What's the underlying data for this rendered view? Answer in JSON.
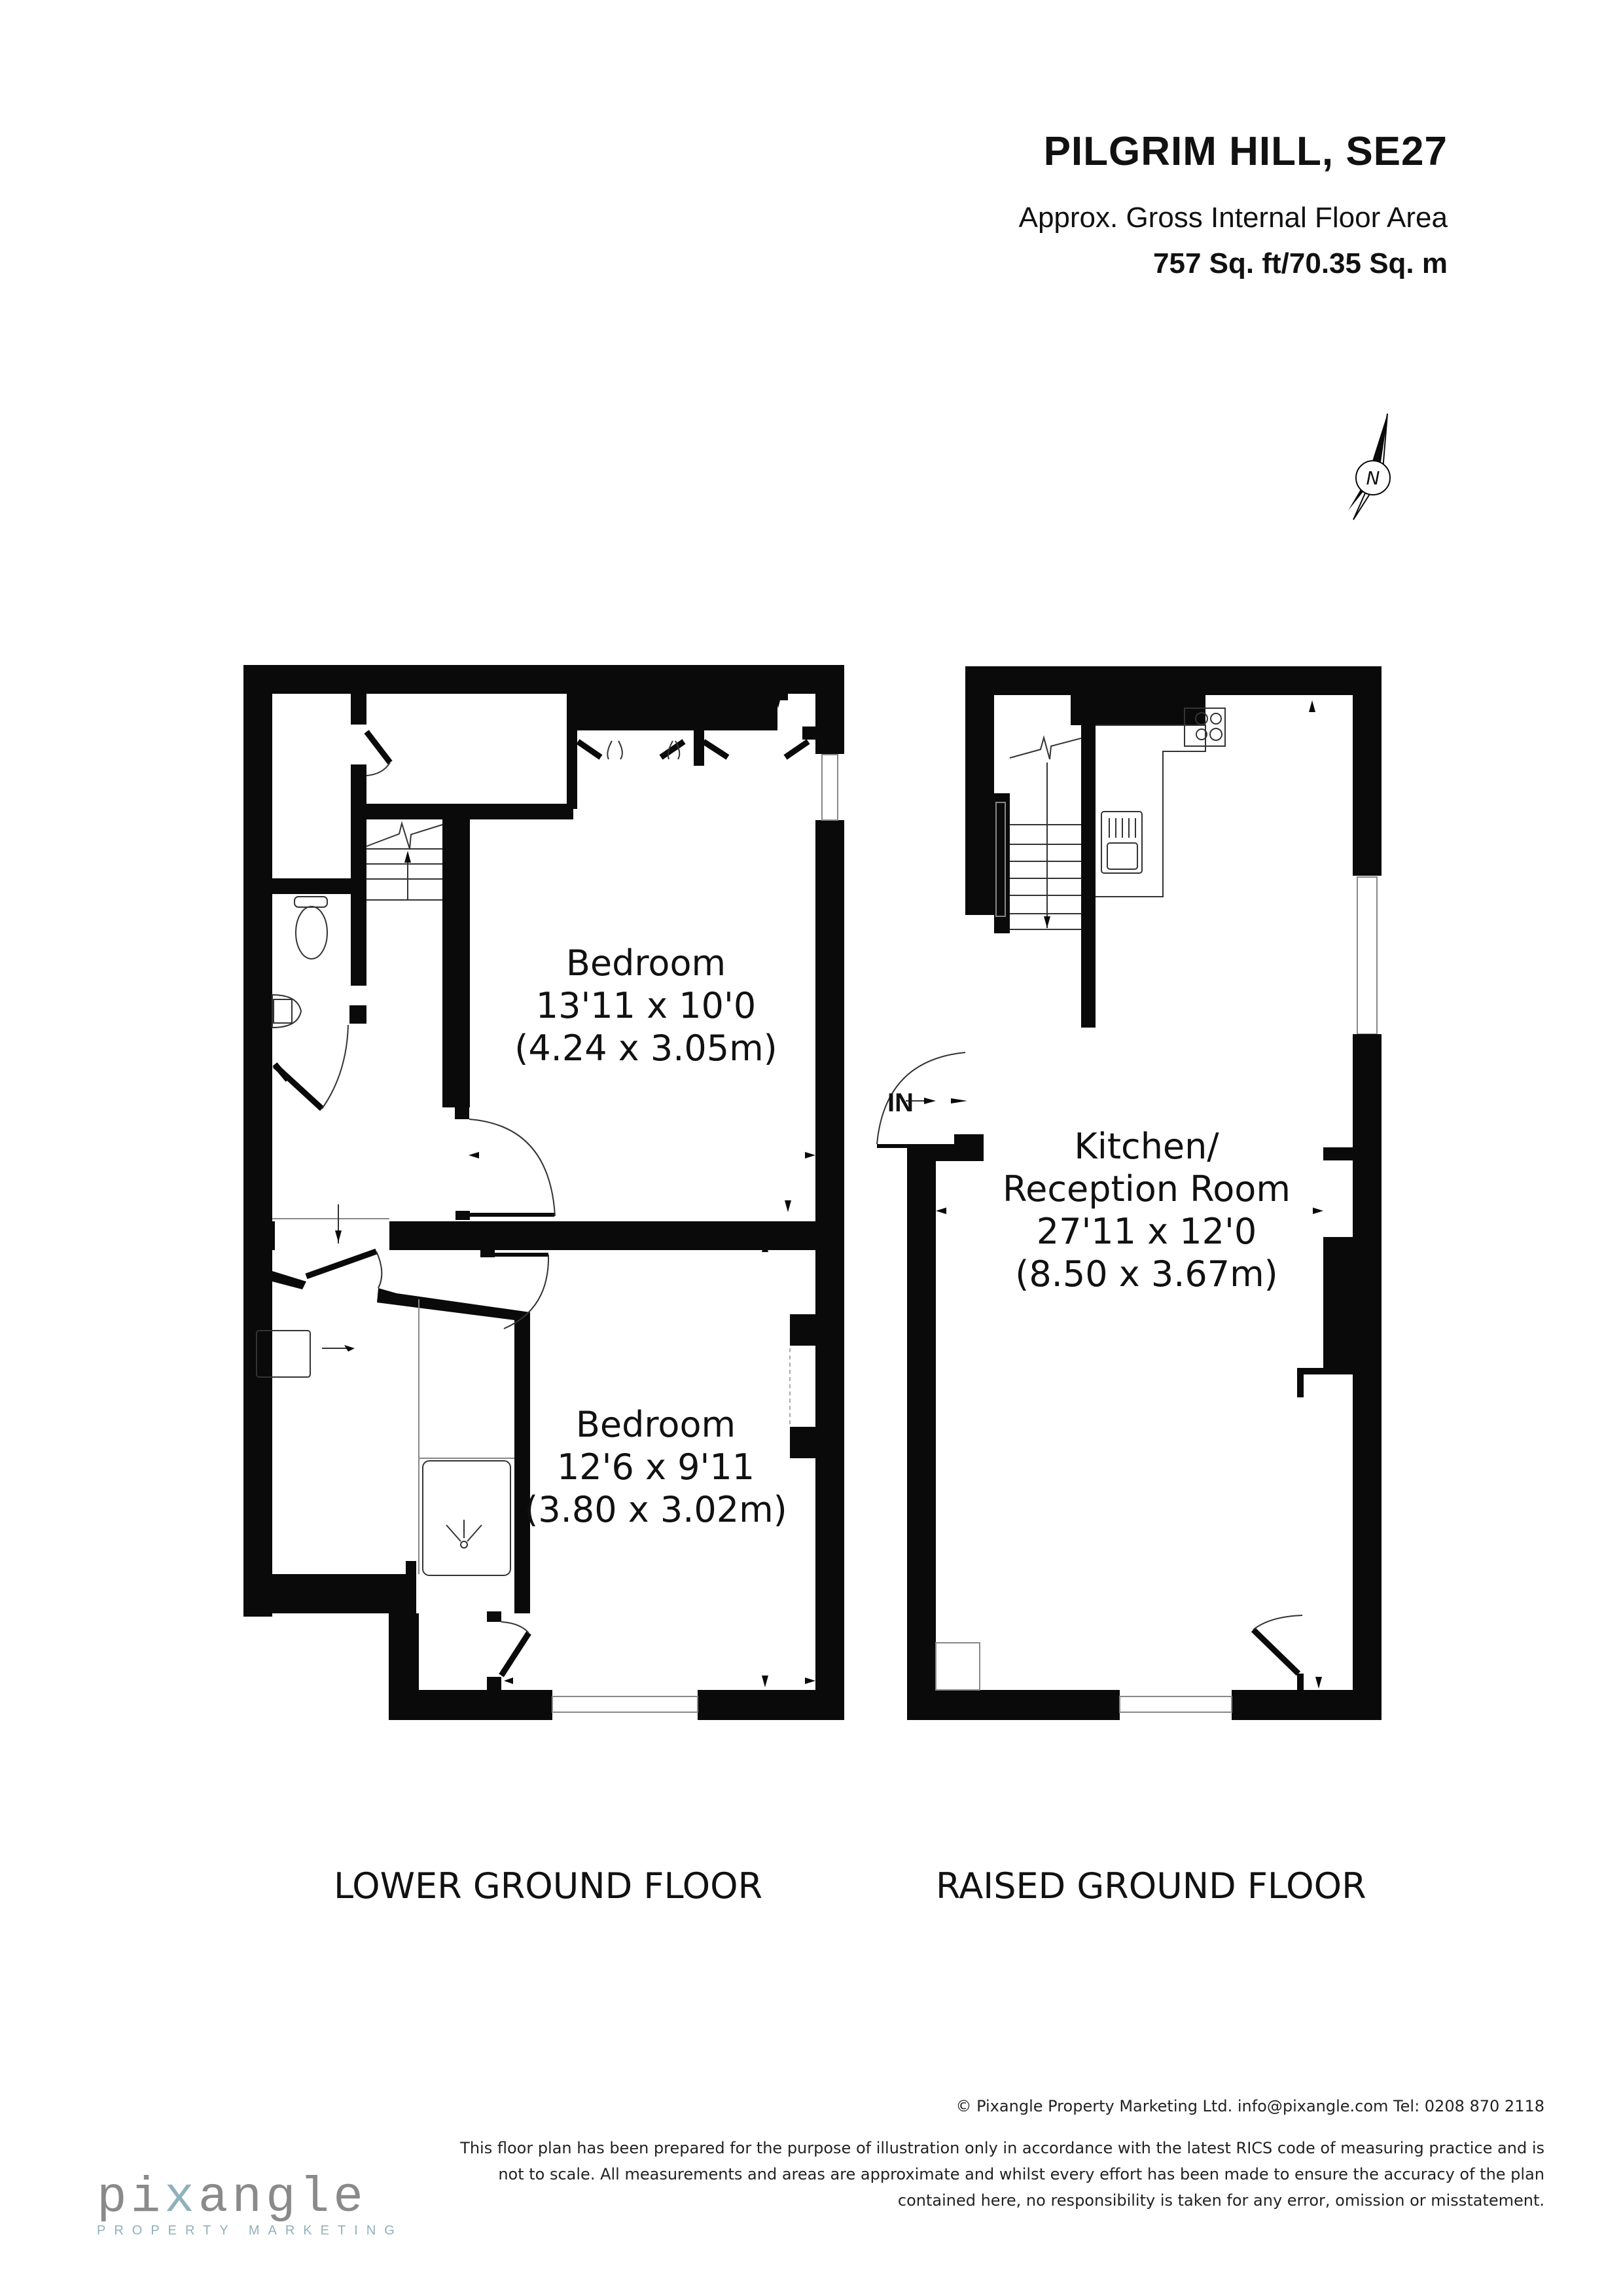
{
  "header": {
    "title": "PILGRIM HILL, SE27",
    "subtitle": "Approx. Gross Internal Floor Area",
    "area": "757 Sq. ft/70.35 Sq. m"
  },
  "compass": {
    "label": "N",
    "icon": "north-arrow-icon"
  },
  "floors": [
    {
      "name": "LOWER GROUND FLOOR",
      "rooms": [
        {
          "name": "Bedroom",
          "imperial": "13'11 x 10'0",
          "metric": "(4.24 x 3.05m)"
        },
        {
          "name": "Bedroom",
          "imperial": "12'6 x 9'11",
          "metric": "(3.80 x 3.02m)"
        }
      ]
    },
    {
      "name": "RAISED GROUND FLOOR",
      "rooms": [
        {
          "name_line1": "Kitchen/",
          "name_line2": "Reception Room",
          "imperial": "27'11 x 12'0",
          "metric": "(8.50 x 3.67m)"
        }
      ],
      "entrance_label": "IN"
    }
  ],
  "footer": {
    "copyright": "© Pixangle Property Marketing Ltd. info@pixangle.com Tel: 0208 870 2118",
    "disclaimer_line1": "This floor plan has been prepared for the purpose of illustration only in accordance with the latest RICS code of measuring practice and is",
    "disclaimer_line2": "not to scale. All measurements and areas are approximate and whilst every effort has been made to ensure the accuracy of the plan",
    "disclaimer_line3": "contained here, no responsibility is taken for any error, omission or misstatement."
  },
  "logo": {
    "word_part1": "pi",
    "word_x": "x",
    "word_part2": "angle",
    "tagline": "PROPERTY MARKETING"
  },
  "colors": {
    "wall": "#0a0a0b",
    "logo_grey": "#8a8a8a",
    "logo_teal": "#8fb1bb"
  }
}
